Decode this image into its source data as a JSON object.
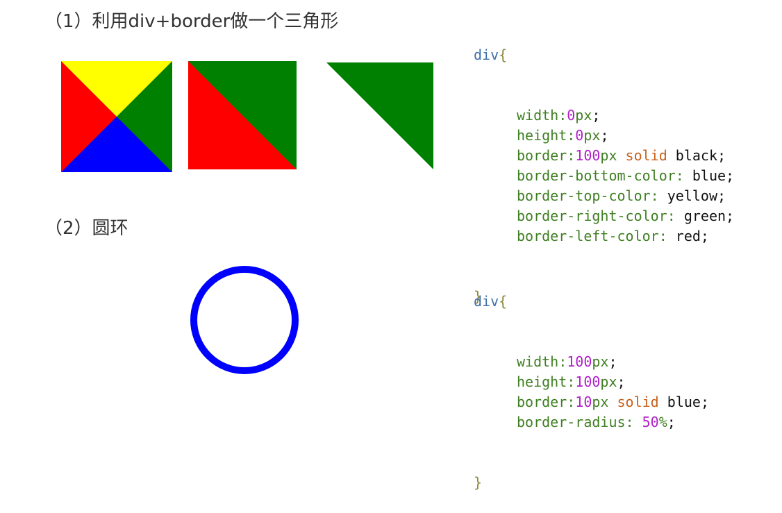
{
  "section1": {
    "title": "（1）利用div+border做一个三角形",
    "code": {
      "selector": "div",
      "open": "{",
      "close": "}",
      "lines": [
        {
          "prop": "width",
          "num": "0",
          "unit": "px",
          "kw": "",
          "val": "",
          "end": ";"
        },
        {
          "prop": "height",
          "num": "0",
          "unit": "px",
          "kw": "",
          "val": "",
          "end": ";"
        },
        {
          "prop": "border",
          "num": "100",
          "unit": "px ",
          "kw": "solid",
          "val": " black",
          "end": ";"
        },
        {
          "prop": "border-bottom-color",
          "num": "",
          "unit": "",
          "kw": "",
          "val": " blue",
          "end": ";"
        },
        {
          "prop": "border-top-color",
          "num": "",
          "unit": "",
          "kw": "",
          "val": " yellow",
          "end": ";"
        },
        {
          "prop": "border-right-color",
          "num": "",
          "unit": "",
          "kw": "",
          "val": " green",
          "end": ";"
        },
        {
          "prop": "border-left-color",
          "num": "",
          "unit": "",
          "kw": "",
          "val": " red",
          "end": ";"
        }
      ]
    },
    "colors": {
      "top": "#ffff00",
      "right": "#008000",
      "bottom": "#0000ff",
      "left": "#ff0000"
    }
  },
  "section2": {
    "title": "（2）圆环",
    "code": {
      "selector": "div",
      "open": "{",
      "close": "}",
      "lines": [
        {
          "prop": "width",
          "num": "100",
          "unit": "px",
          "kw": "",
          "val": "",
          "end": ";"
        },
        {
          "prop": "height",
          "num": "100",
          "unit": "px",
          "kw": "",
          "val": "",
          "end": ";"
        },
        {
          "prop": "border",
          "num": "10",
          "unit": "px ",
          "kw": "solid",
          "val": " blue",
          "end": ";"
        },
        {
          "prop": "border-radius",
          "num": "50",
          "unit": "%",
          "kw": "",
          "val": "",
          "end": ";",
          "space_before_num": true
        }
      ]
    },
    "ring_color": "#0000ff"
  }
}
